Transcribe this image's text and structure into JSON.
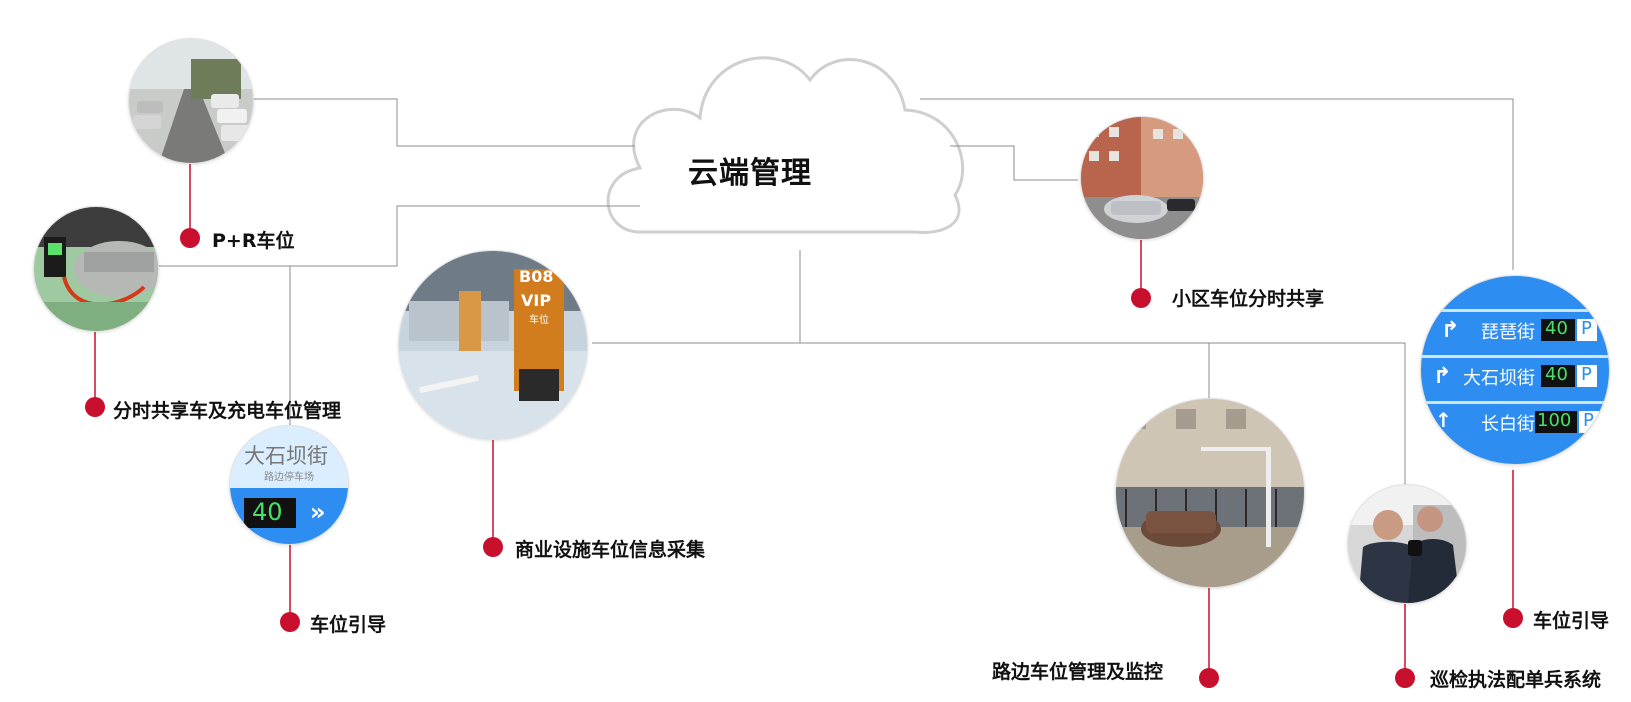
{
  "center": {
    "title": "云端管理"
  },
  "nodes": {
    "pr": {
      "label": "P+R车位"
    },
    "sharing_charging": {
      "label": "分时共享车及充电车位管理"
    },
    "guidance_left": {
      "label": "车位引导",
      "sign_title": "大石坝街",
      "sign_sub": "路边停车场",
      "sign_count": "40"
    },
    "commercial": {
      "label": "商业设施车位信息采集",
      "sign_code": "B08",
      "sign_vip": "VIP",
      "sign_sub": "车位"
    },
    "community": {
      "label": "小区车位分时共享"
    },
    "roadside": {
      "label": "路边车位管理及监控"
    },
    "patrol": {
      "label": "巡检执法配单兵系统"
    },
    "guidance_right": {
      "label": "车位引导",
      "rows": [
        {
          "street": "琵琶街",
          "count": "40",
          "p": "P"
        },
        {
          "street": "大石坝街",
          "count": "40",
          "p": "P"
        },
        {
          "street": "长白街",
          "count": "100",
          "p": "P"
        }
      ]
    }
  },
  "colors": {
    "line": "#8c8c8c",
    "red": "#c8102e",
    "blue": "#2e8df0",
    "led_green": "#46e06a"
  }
}
